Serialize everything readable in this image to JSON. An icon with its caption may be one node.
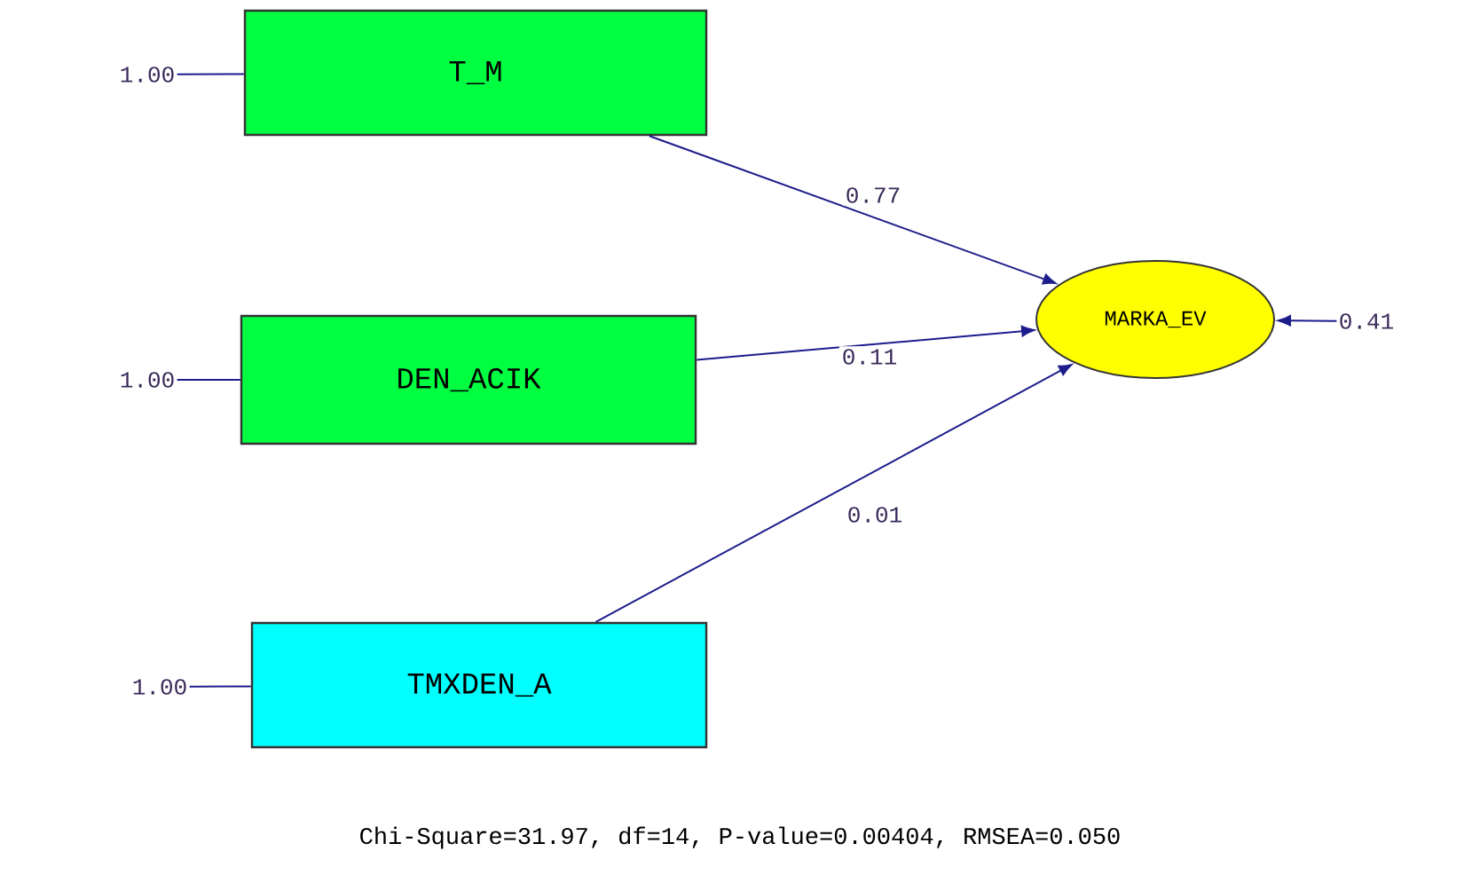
{
  "diagram": {
    "caption": "Chi-Square=31.97, df=14, P-value=0.00404, RMSEA=0.050",
    "nodes": [
      {
        "text": [
          "1.00"
        ]
      },
      {
        "text": [
          "T_M"
        ]
      },
      {
        "text": [
          "1.00"
        ]
      },
      {
        "text": [
          "DEN_ACIK"
        ]
      },
      {
        "text": [
          "1.00"
        ]
      },
      {
        "text": [
          "TMXDEN_A"
        ]
      },
      {
        "text": [
          "MARKA_EV"
        ]
      },
      {
        "text": [
          "0.41"
        ]
      }
    ],
    "edges": [
      {
        "from": 0,
        "to": 1,
        "arrow": "none"
      },
      {
        "from": 2,
        "to": 3,
        "arrow": "none"
      },
      {
        "from": 4,
        "to": 5,
        "arrow": "none"
      },
      {
        "from": 1,
        "to": 6,
        "arrow": "to",
        "label": "0.77"
      },
      {
        "from": 3,
        "to": 6,
        "arrow": "to",
        "label": "0.11"
      },
      {
        "from": 5,
        "to": 6,
        "arrow": "to",
        "label": "0.01"
      },
      {
        "from": 7,
        "to": 6,
        "arrow": "to"
      }
    ]
  }
}
